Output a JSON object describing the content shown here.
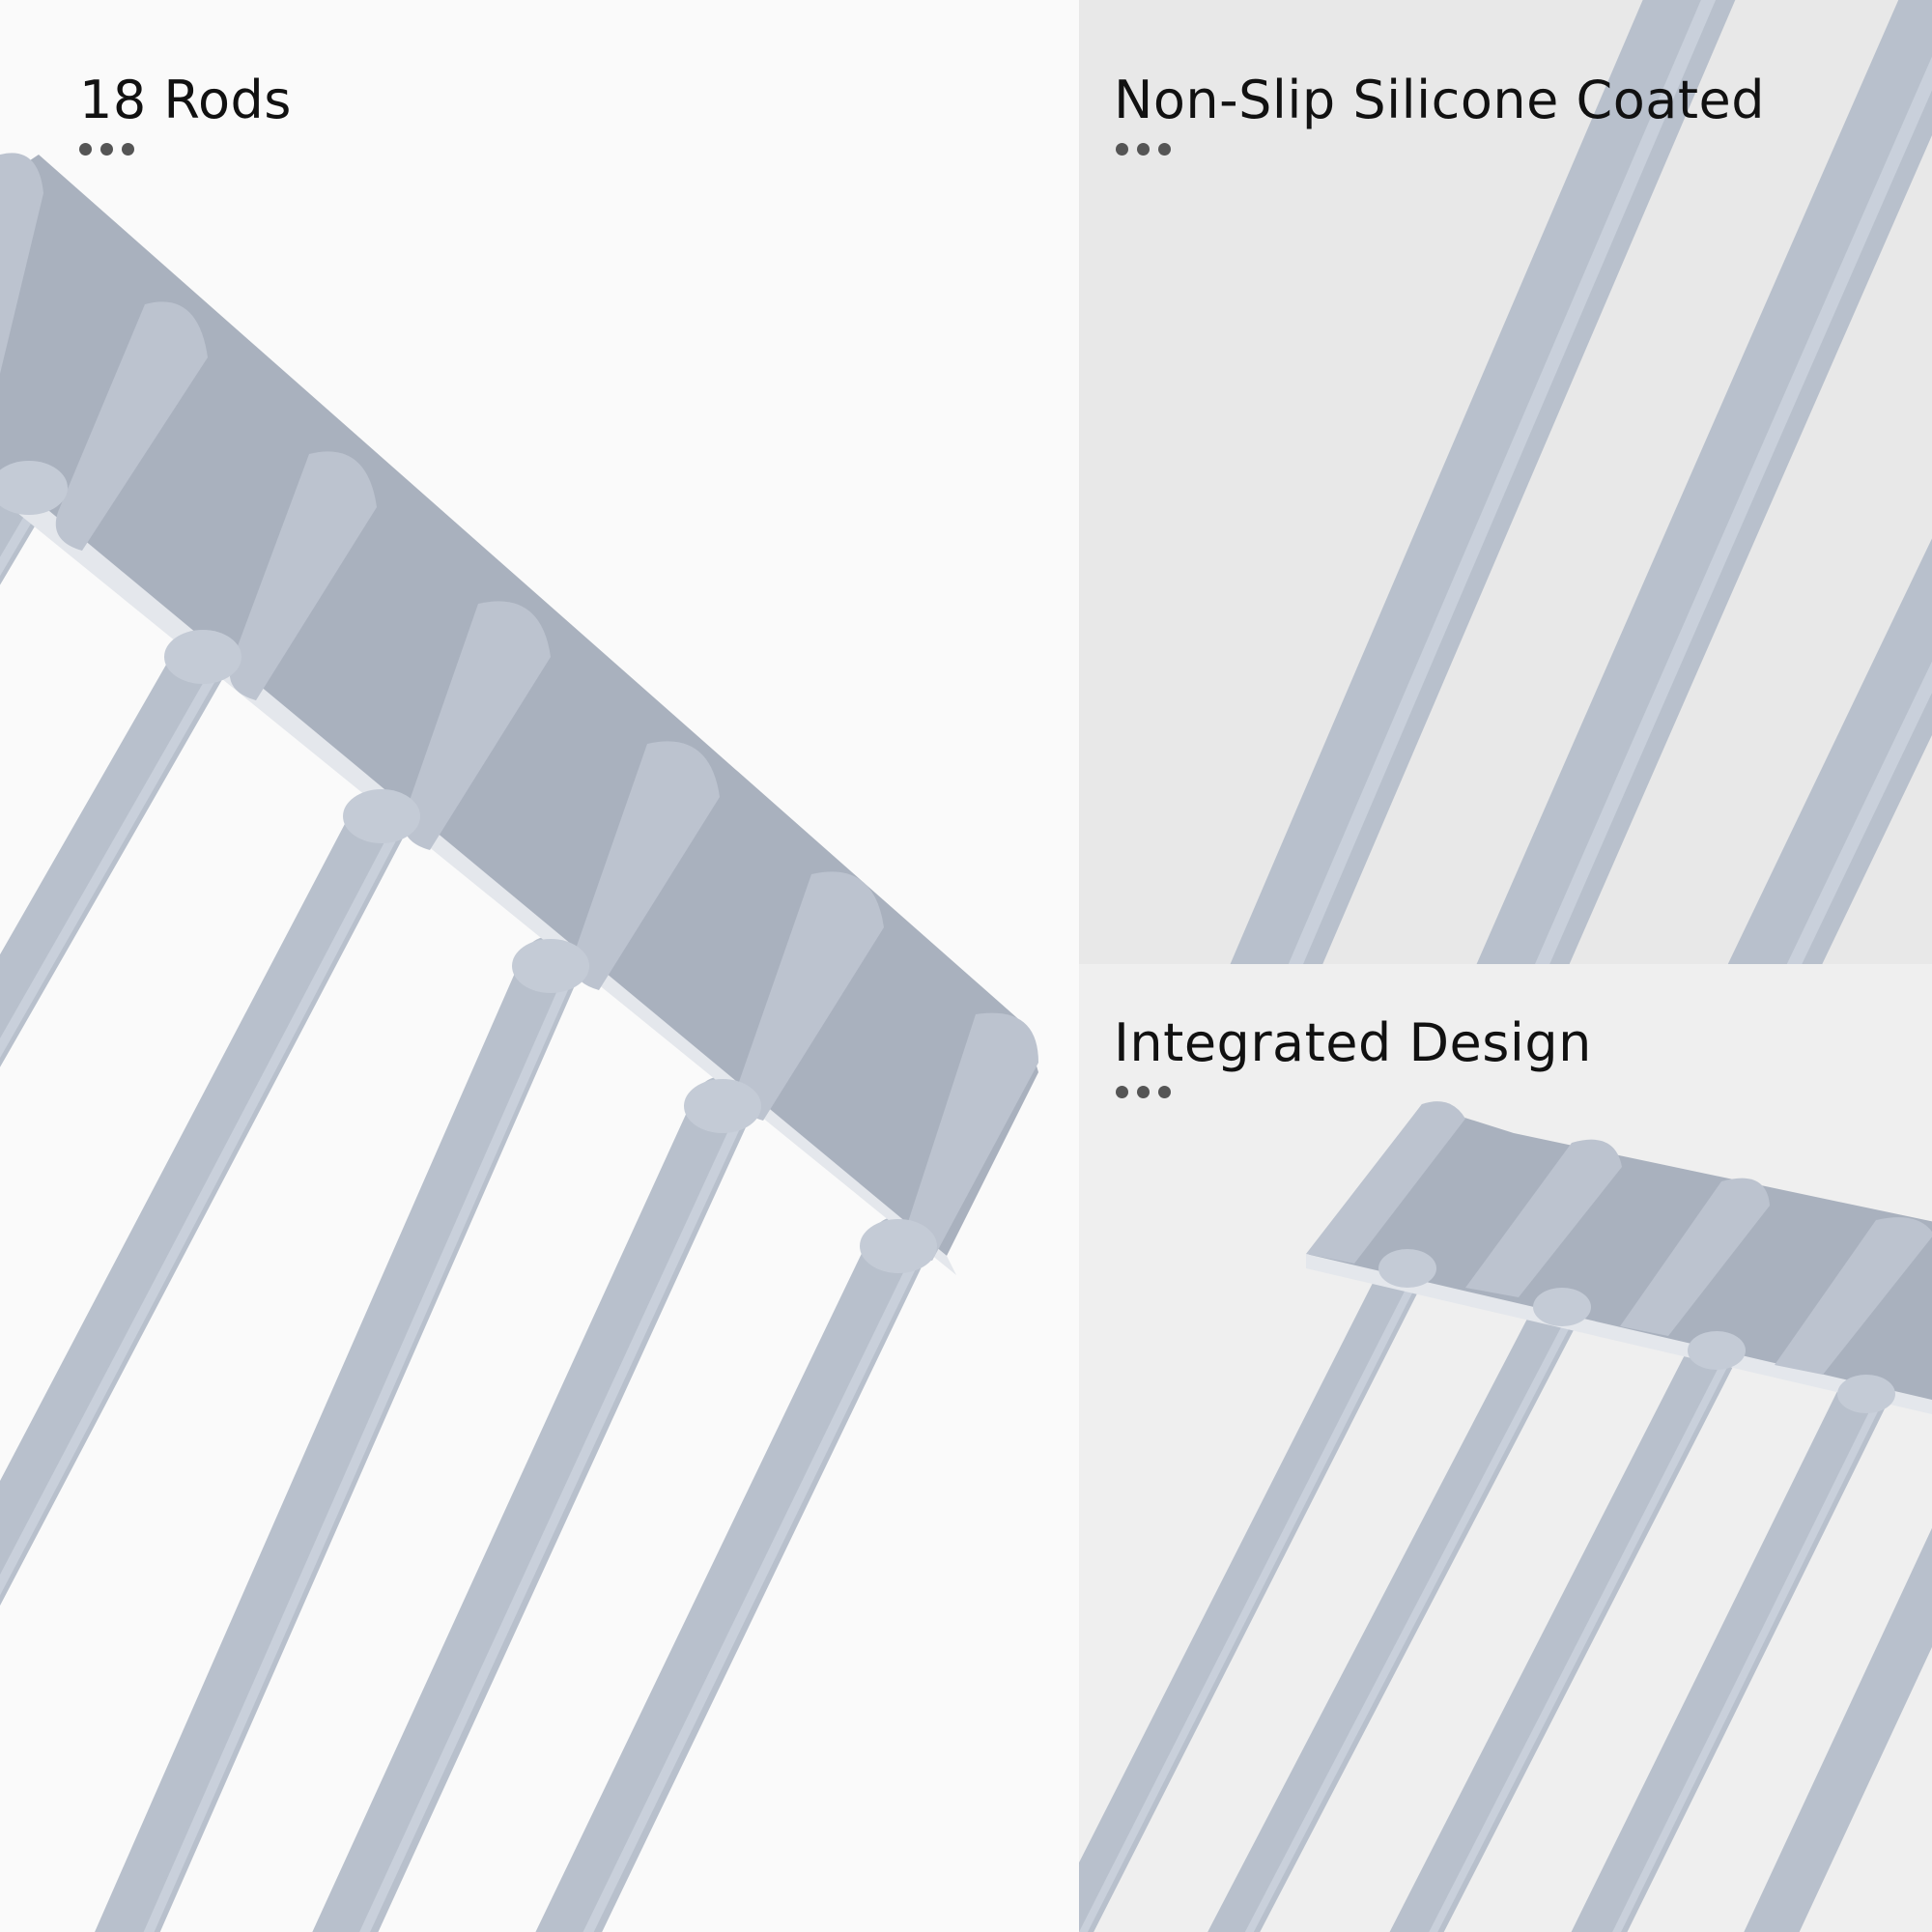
{
  "panels": {
    "left": {
      "caption": "18 Rods"
    },
    "top_right": {
      "caption": "Non-Slip Silicone Coated"
    },
    "bottom_right": {
      "caption": "Integrated Design"
    }
  },
  "colors": {
    "rod": "#b8c0cc",
    "rod_highlight": "#c9d0db",
    "rod_shadow": "#a4adba",
    "hinge": "#a9b1be",
    "hinge_light": "#bcc3cf",
    "dot": "#555555",
    "text": "#111111"
  },
  "icons": {
    "caption_marker": "three-dots-icon"
  }
}
